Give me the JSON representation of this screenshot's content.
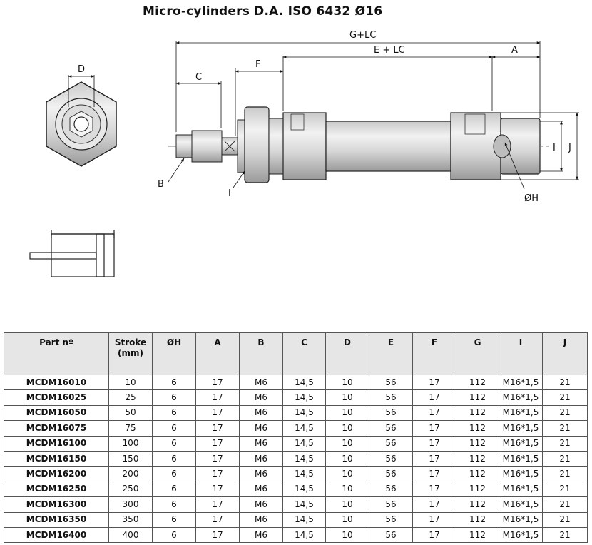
{
  "title": "Micro-cylinders D.A. ISO 6432 Ø16",
  "drawing_labels": {
    "g_lc": "G+LC",
    "e_lc": "E + LC",
    "a": "A",
    "f": "F",
    "c": "C",
    "d": "D",
    "b": "B",
    "i_left": "I",
    "i_right": "I",
    "j": "J",
    "oh": "ØH"
  },
  "table": {
    "headers": [
      "Part nº",
      "Stroke (mm)",
      "ØH",
      "A",
      "B",
      "C",
      "D",
      "E",
      "F",
      "G",
      "I",
      "J"
    ],
    "rows": [
      [
        "MCDM16010",
        "10",
        "6",
        "17",
        "M6",
        "14,5",
        "10",
        "56",
        "17",
        "112",
        "M16*1,5",
        "21"
      ],
      [
        "MCDM16025",
        "25",
        "6",
        "17",
        "M6",
        "14,5",
        "10",
        "56",
        "17",
        "112",
        "M16*1,5",
        "21"
      ],
      [
        "MCDM16050",
        "50",
        "6",
        "17",
        "M6",
        "14,5",
        "10",
        "56",
        "17",
        "112",
        "M16*1,5",
        "21"
      ],
      [
        "MCDM16075",
        "75",
        "6",
        "17",
        "M6",
        "14,5",
        "10",
        "56",
        "17",
        "112",
        "M16*1,5",
        "21"
      ],
      [
        "MCDM16100",
        "100",
        "6",
        "17",
        "M6",
        "14,5",
        "10",
        "56",
        "17",
        "112",
        "M16*1,5",
        "21"
      ],
      [
        "MCDM16150",
        "150",
        "6",
        "17",
        "M6",
        "14,5",
        "10",
        "56",
        "17",
        "112",
        "M16*1,5",
        "21"
      ],
      [
        "MCDM16200",
        "200",
        "6",
        "17",
        "M6",
        "14,5",
        "10",
        "56",
        "17",
        "112",
        "M16*1,5",
        "21"
      ],
      [
        "MCDM16250",
        "250",
        "6",
        "17",
        "M6",
        "14,5",
        "10",
        "56",
        "17",
        "112",
        "M16*1,5",
        "21"
      ],
      [
        "MCDM16300",
        "300",
        "6",
        "17",
        "M6",
        "14,5",
        "10",
        "56",
        "17",
        "112",
        "M16*1,5",
        "21"
      ],
      [
        "MCDM16350",
        "350",
        "6",
        "17",
        "M6",
        "14,5",
        "10",
        "56",
        "17",
        "112",
        "M16*1,5",
        "21"
      ],
      [
        "MCDM16400",
        "400",
        "6",
        "17",
        "M6",
        "14,5",
        "10",
        "56",
        "17",
        "112",
        "M16*1,5",
        "21"
      ]
    ]
  }
}
